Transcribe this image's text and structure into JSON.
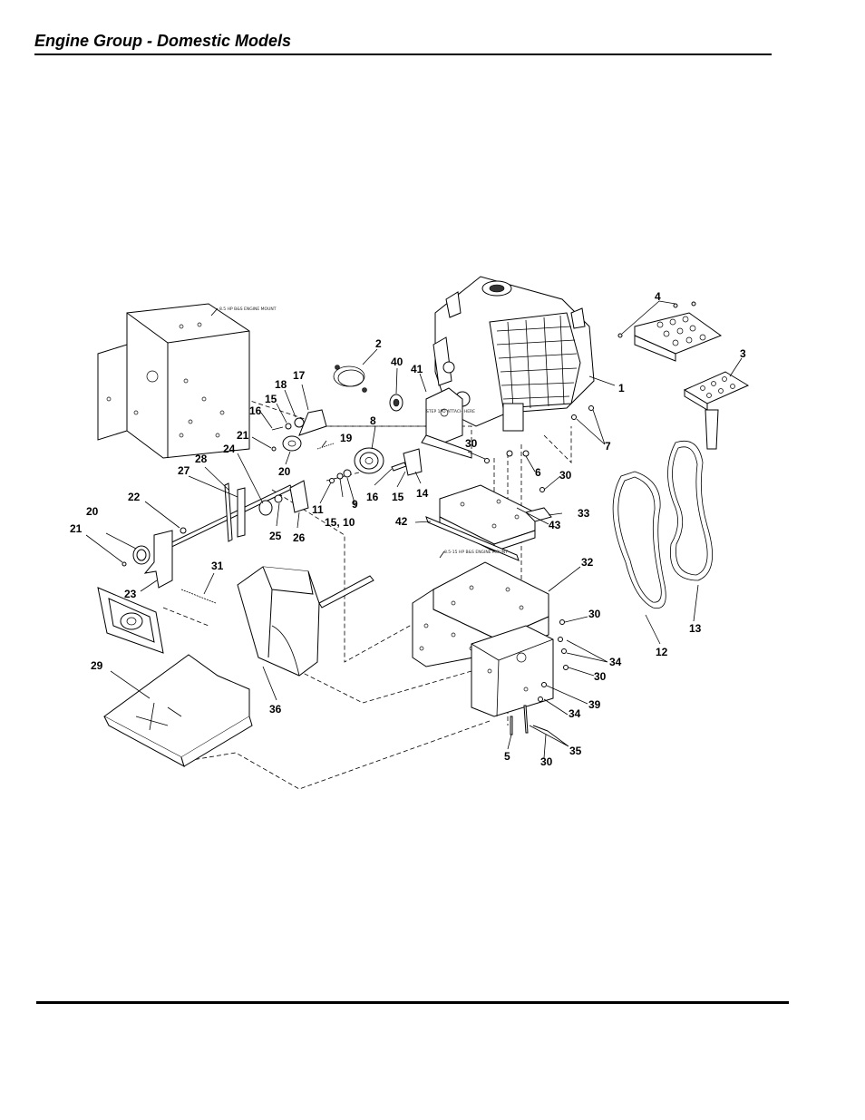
{
  "page": {
    "title": "Engine Group - Domestic Models"
  },
  "notes": {
    "engine_mount_85": "8.5 HP B&S ENGINE MOUNT",
    "engine_mount_8515": "8.5-15 HP B&S ENGINE MOUNT",
    "attach_here": "STEP 1PD ATTACH HERE"
  },
  "callouts": [
    "1",
    "2",
    "3",
    "4",
    "5",
    "6",
    "7",
    "8",
    "9",
    "10",
    "11",
    "12",
    "13",
    "14",
    "15",
    "16",
    "17",
    "18",
    "19",
    "20",
    "21",
    "22",
    "23",
    "24",
    "25",
    "26",
    "27",
    "28",
    "29",
    "30",
    "31",
    "32",
    "33",
    "34",
    "35",
    "36",
    "39",
    "40",
    "41",
    "42",
    "43"
  ],
  "labels": {
    "c1": "1",
    "c2": "2",
    "c3": "3",
    "c4": "4",
    "c5": "5",
    "c6": "6",
    "c7": "7",
    "c8": "8",
    "c9": "9",
    "c11": "11",
    "c12": "12",
    "c13": "13",
    "c14": "14",
    "c15a": "15",
    "c15b": "15",
    "c15_10": "15, 10",
    "c16a": "16",
    "c16b": "16",
    "c17": "17",
    "c18": "18",
    "c19": "19",
    "c20a": "20",
    "c20b": "20",
    "c21a": "21",
    "c21b": "21",
    "c22": "22",
    "c23": "23",
    "c24": "24",
    "c25": "25",
    "c26": "26",
    "c27": "27",
    "c28": "28",
    "c29": "29",
    "c30a": "30",
    "c30b": "30",
    "c30c": "30",
    "c30d": "30",
    "c30e": "30",
    "c31": "31",
    "c32": "32",
    "c33": "33",
    "c34a": "34",
    "c34b": "34",
    "c35": "35",
    "c36": "36",
    "c39": "39",
    "c40": "40",
    "c41": "41",
    "c42": "42",
    "c43": "43"
  }
}
